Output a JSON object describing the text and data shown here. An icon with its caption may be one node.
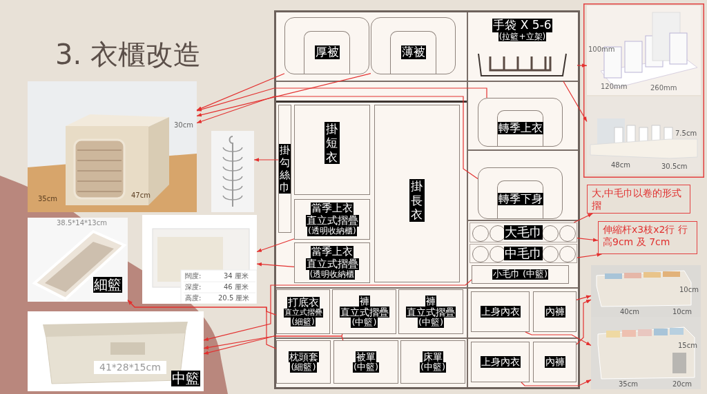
{
  "diagram": {
    "title": "3. 衣櫃改造",
    "nodes": [
      {
        "text": [
          "30cm",
          "47cm",
          "35cm"
        ]
      },
      {
        "text": [],
        "shape": "picture"
      },
      {
        "text": [
          "38.5*14*13cm",
          "細籃"
        ]
      },
      {
        "text": [
          "闊度:",
          "34 厘米",
          "深度:",
          "46 厘米",
          "高度:",
          "20.5 厘米"
        ]
      },
      {
        "text": [
          "41*28*15cm",
          "中籃"
        ]
      },
      {
        "text": [],
        "shape": "box"
      },
      {
        "text": [
          "厚被"
        ],
        "in": 5
      },
      {
        "text": [
          "薄被"
        ],
        "in": 5
      },
      {
        "text": [
          "手袋 X 5-6",
          "(拉籃+立架)"
        ],
        "in": 5
      },
      {
        "text": [
          "掛勾絲巾"
        ],
        "in": 5
      },
      {
        "text": [
          "掛短衣"
        ],
        "in": 5
      },
      {
        "text": [
          "掛長衣"
        ],
        "in": 5
      },
      {
        "text": [
          "轉季上衣"
        ],
        "in": 5
      },
      {
        "text": [
          "當季上衣",
          "直立式摺疊",
          "(透明收納櫃)"
        ],
        "in": 5
      },
      {
        "text": [
          "當季上衣",
          "直立式摺疊",
          "(透明收納櫃"
        ],
        "in": 5
      },
      {
        "text": [
          "轉季下身"
        ],
        "in": 5
      },
      {
        "text": [
          "大毛巾"
        ],
        "in": 5
      },
      {
        "text": [
          "中毛巾"
        ],
        "in": 5
      },
      {
        "text": [
          "小毛巾 (中籃)"
        ],
        "in": 5
      },
      {
        "text": [
          "打底衣",
          "直立式摺疊",
          "(細籃)"
        ],
        "in": 5
      },
      {
        "text": [
          "褲",
          "直立式摺疊",
          "(中籃)"
        ],
        "in": 5
      },
      {
        "text": [
          "褲",
          "直立式摺疊",
          "(中籃)"
        ],
        "in": 5
      },
      {
        "text": [
          "上身內衣"
        ],
        "in": 5
      },
      {
        "text": [
          "內褲"
        ],
        "in": 5
      },
      {
        "text": [
          "枕頭套",
          "(細籃)"
        ],
        "in": 5
      },
      {
        "text": [
          "被單",
          "(中籃)"
        ],
        "in": 5
      },
      {
        "text": [
          "床單",
          "(中籃)"
        ],
        "in": 5
      },
      {
        "text": [
          "上身內衣"
        ],
        "in": 5
      },
      {
        "text": [
          "內褲"
        ],
        "in": 5
      },
      {
        "text": [],
        "shape": "box"
      },
      {
        "text": [
          "100mm",
          "120mm",
          "260mm"
        ],
        "in": 29
      },
      {
        "text": [
          "7.5cm",
          "48cm",
          "30.5cm"
        ],
        "in": 29
      },
      {
        "text": [
          "大,中毛巾以卷的形式摺"
        ]
      },
      {
        "text": [
          "伸縮杆x3枝x2行 行高9cm 及 7cm"
        ]
      },
      {
        "text": [
          "10cm",
          "40cm",
          "10cm"
        ]
      },
      {
        "text": [
          "15cm",
          "35cm",
          "20cm"
        ]
      }
    ],
    "edges": [
      {
        "from": 6,
        "to": 0,
        "arrow": "to"
      },
      {
        "from": 7,
        "to": 0,
        "arrow": "to"
      },
      {
        "from": 12,
        "to": 0,
        "arrow": "to"
      },
      {
        "from": 15,
        "to": 0,
        "arrow": "to"
      },
      {
        "from": 9,
        "to": 1,
        "arrow": "to"
      },
      {
        "from": 13,
        "to": 3,
        "arrow": "to"
      },
      {
        "from": 14,
        "to": 3,
        "arrow": "to"
      },
      {
        "from": 19,
        "to": 2,
        "arrow": "to"
      },
      {
        "from": 24,
        "to": 2,
        "arrow": "to"
      },
      {
        "from": 20,
        "to": 4,
        "arrow": "to"
      },
      {
        "from": 25,
        "to": 4,
        "arrow": "to"
      },
      {
        "from": 18,
        "to": 4,
        "arrow": "to"
      },
      {
        "from": 8,
        "to": 30,
        "arrow": "to"
      },
      {
        "from": 8,
        "to": 31,
        "arrow": "to"
      },
      {
        "from": 16,
        "to": 32,
        "arrow": "to"
      },
      {
        "from": 16,
        "to": 33,
        "arrow": "to"
      },
      {
        "from": 17,
        "to": 33,
        "arrow": "to"
      },
      {
        "from": 23,
        "to": 34,
        "arrow": "to"
      },
      {
        "from": 28,
        "to": 34,
        "arrow": "to"
      },
      {
        "from": 22,
        "to": 35,
        "arrow": "to"
      },
      {
        "from": 27,
        "to": 35,
        "arrow": "to"
      }
    ]
  }
}
